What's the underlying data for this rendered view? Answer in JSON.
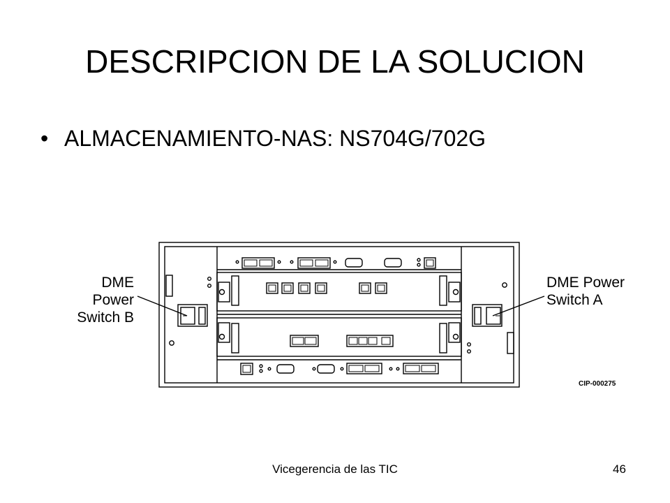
{
  "slide": {
    "title": "DESCRIPCION DE LA SOLUCION",
    "bullets": [
      {
        "mark": "•",
        "text": "ALMACENAMIENTO-NAS: NS704G/702G"
      }
    ]
  },
  "figure": {
    "callout_left": [
      "DME Power",
      "Switch B"
    ],
    "callout_right": [
      "DME Power",
      "Switch A"
    ],
    "figure_id": "CIP-000275"
  },
  "footer": {
    "organization": "Vicegerencia de las TIC",
    "page_number": "46"
  }
}
